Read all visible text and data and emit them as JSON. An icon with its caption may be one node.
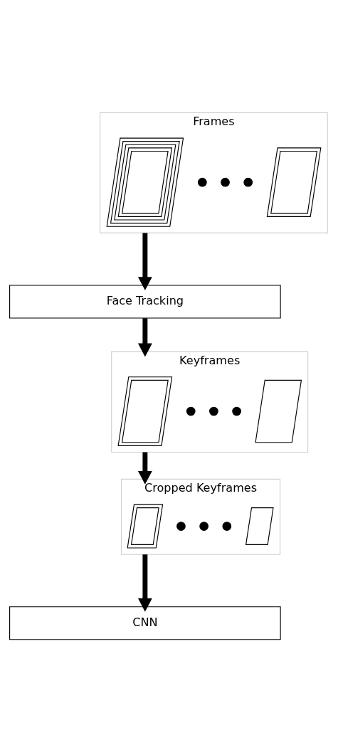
{
  "diagram": {
    "nodes": [
      {
        "text": [
          "Frames"
        ]
      },
      {
        "text": [],
        "shape": "parallelogram",
        "in": 0
      },
      {
        "text": [],
        "shape": "parallelogram",
        "in": 0
      },
      {
        "text": [
          "Face Tracking"
        ]
      },
      {
        "text": [
          "Keyframes"
        ]
      },
      {
        "text": [],
        "shape": "parallelogram",
        "in": 4
      },
      {
        "text": [],
        "shape": "parallelogram",
        "in": 4
      },
      {
        "text": [
          "Cropped Keyframes"
        ]
      },
      {
        "text": [],
        "shape": "parallelogram",
        "in": 7
      },
      {
        "text": [],
        "shape": "parallelogram",
        "in": 7
      },
      {
        "text": [
          "CNN"
        ]
      }
    ],
    "edges": [
      {
        "from": 0,
        "to": 3,
        "arrow": "to"
      },
      {
        "from": 3,
        "to": 4,
        "arrow": "to"
      },
      {
        "from": 4,
        "to": 7,
        "arrow": "to"
      },
      {
        "from": 7,
        "to": 10,
        "arrow": "to"
      }
    ]
  }
}
